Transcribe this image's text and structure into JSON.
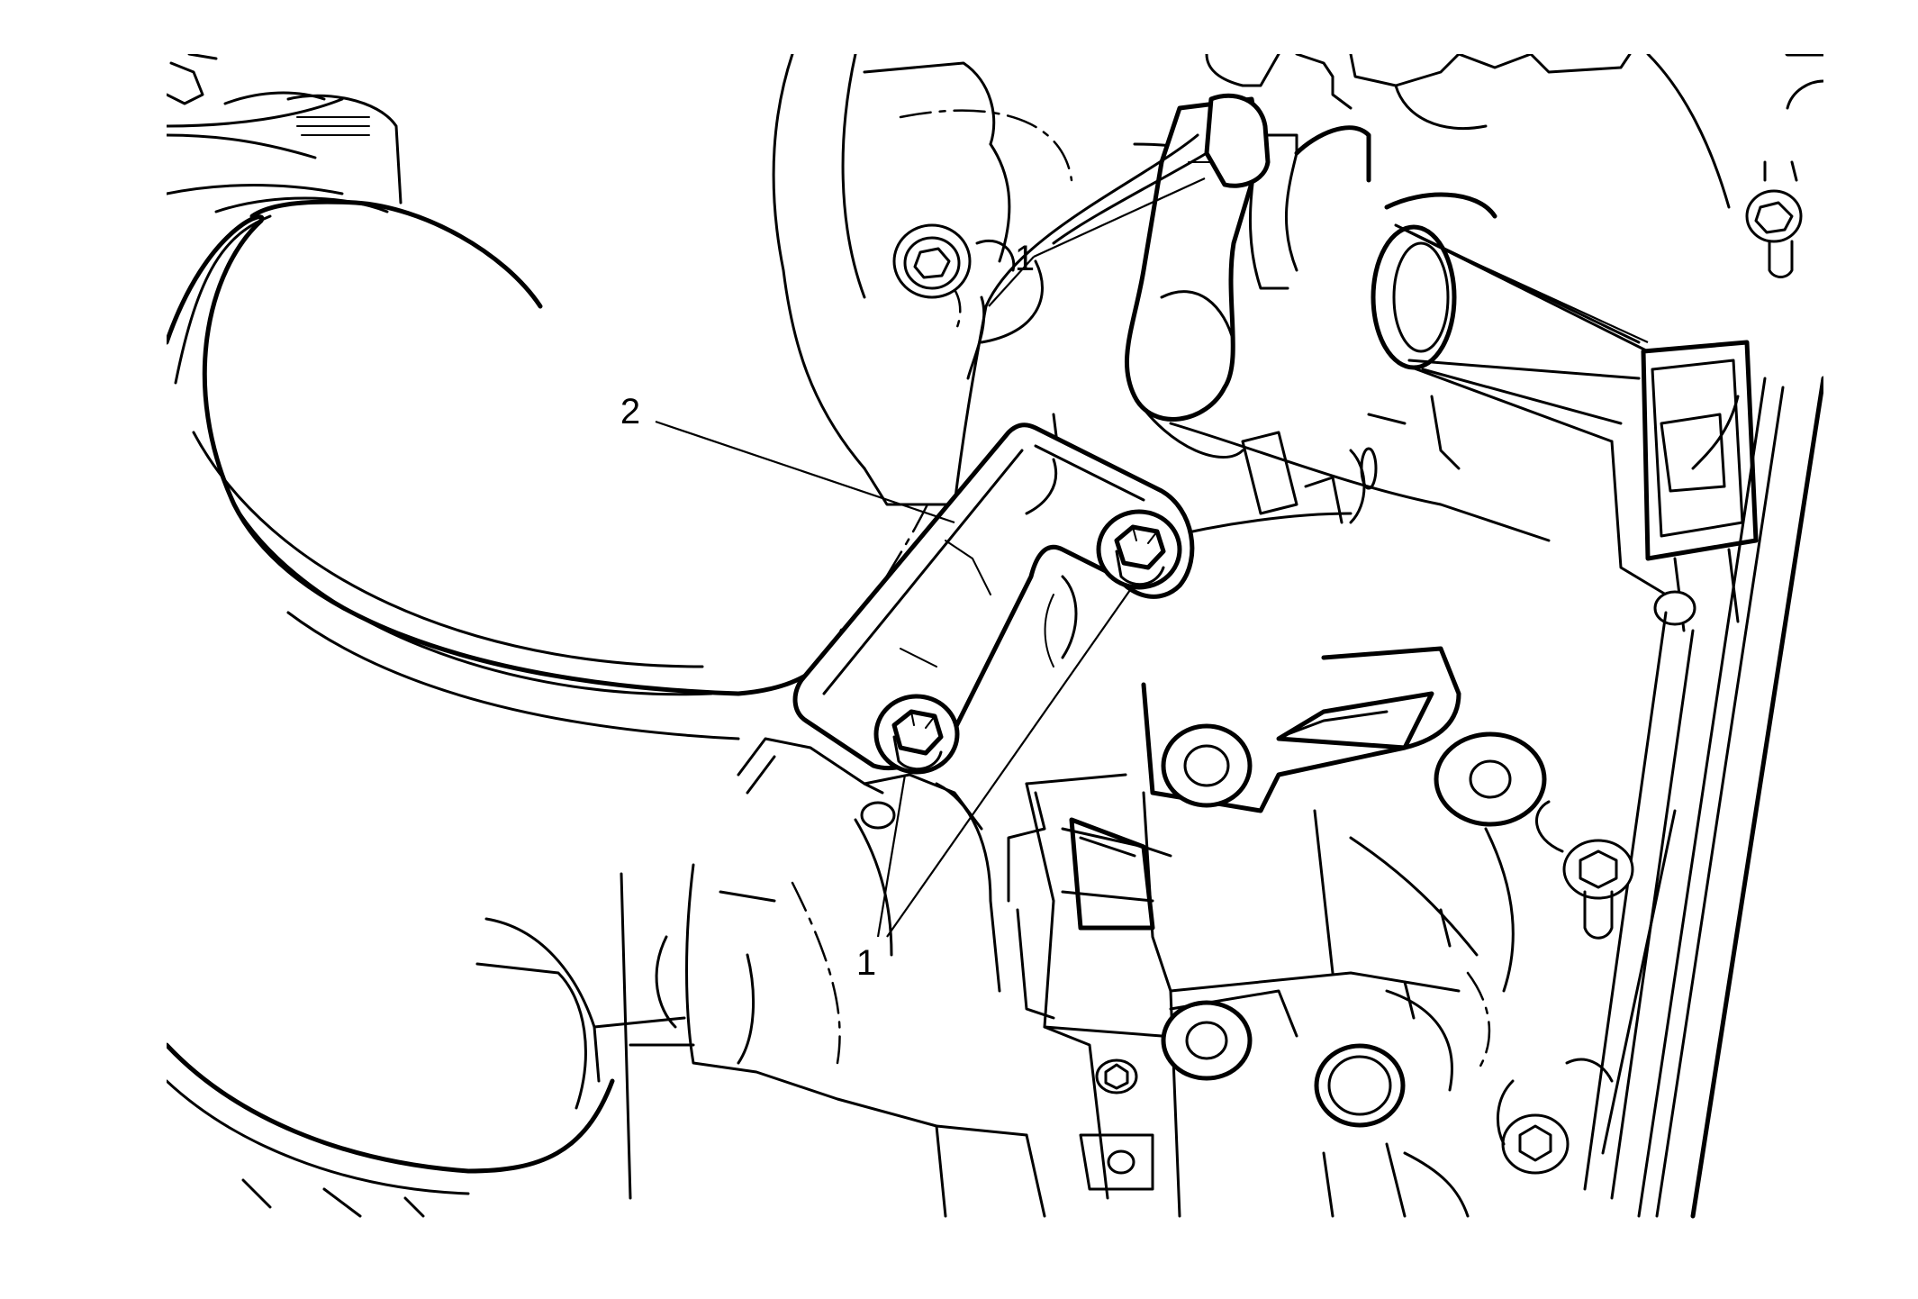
{
  "callouts": {
    "one_top": "1",
    "one_bottom": "1",
    "two": "2"
  },
  "colors": {
    "line": "#000000",
    "background": "#ffffff"
  }
}
